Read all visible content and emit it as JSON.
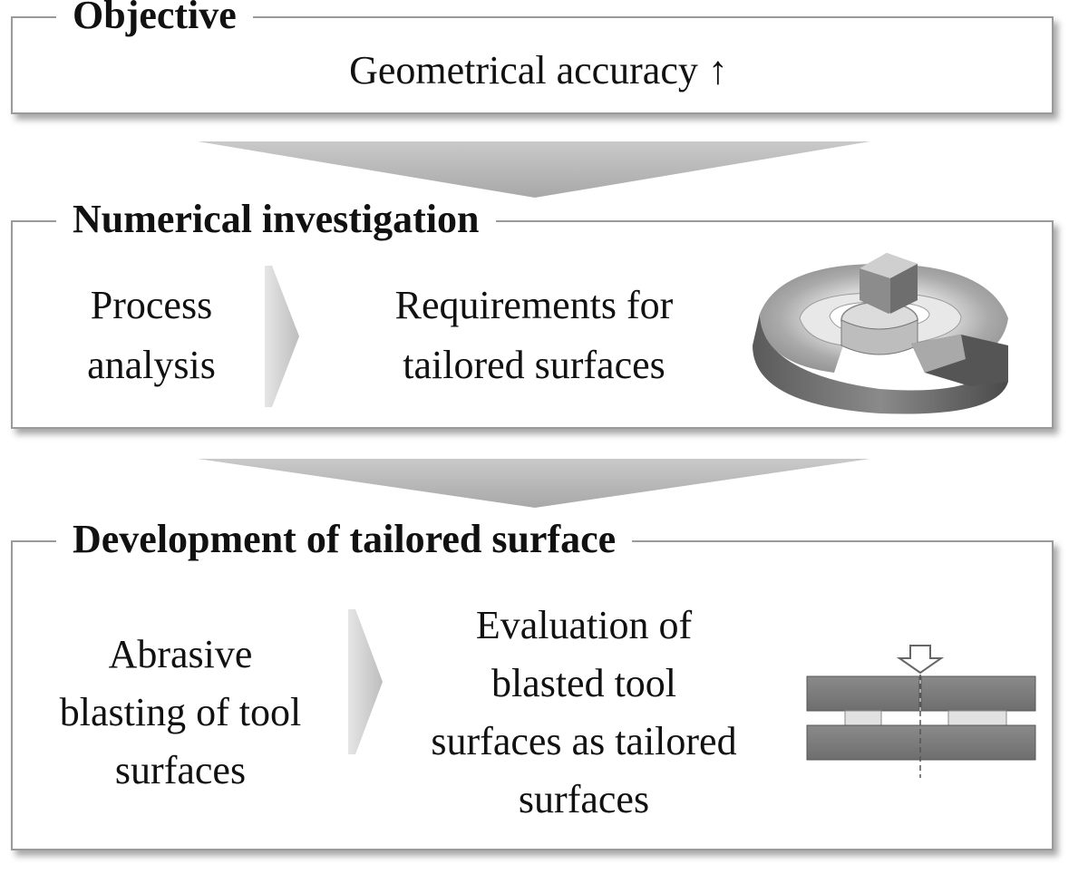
{
  "objective": {
    "title": "Objective",
    "goal": "Geometrical accuracy ↑"
  },
  "numerical": {
    "title": "Numerical investigation",
    "step1_line1": "Process",
    "step1_line2": "analysis",
    "step2_line1": "Requirements for",
    "step2_line2": "tailored surfaces"
  },
  "development": {
    "title": "Development of tailored surface",
    "step1_line1": "Abrasive",
    "step1_line2": "blasting of tool",
    "step1_line3": "surfaces",
    "step2_line1": "Evaluation of",
    "step2_line2": "blasted tool",
    "step2_line3": "surfaces as tailored",
    "step2_line4": "surfaces"
  },
  "colors": {
    "border": "#9a9a9a",
    "arrow_gray": "#b5b5b5",
    "tool_gray": "#7a7a7a",
    "text": "#111111"
  }
}
